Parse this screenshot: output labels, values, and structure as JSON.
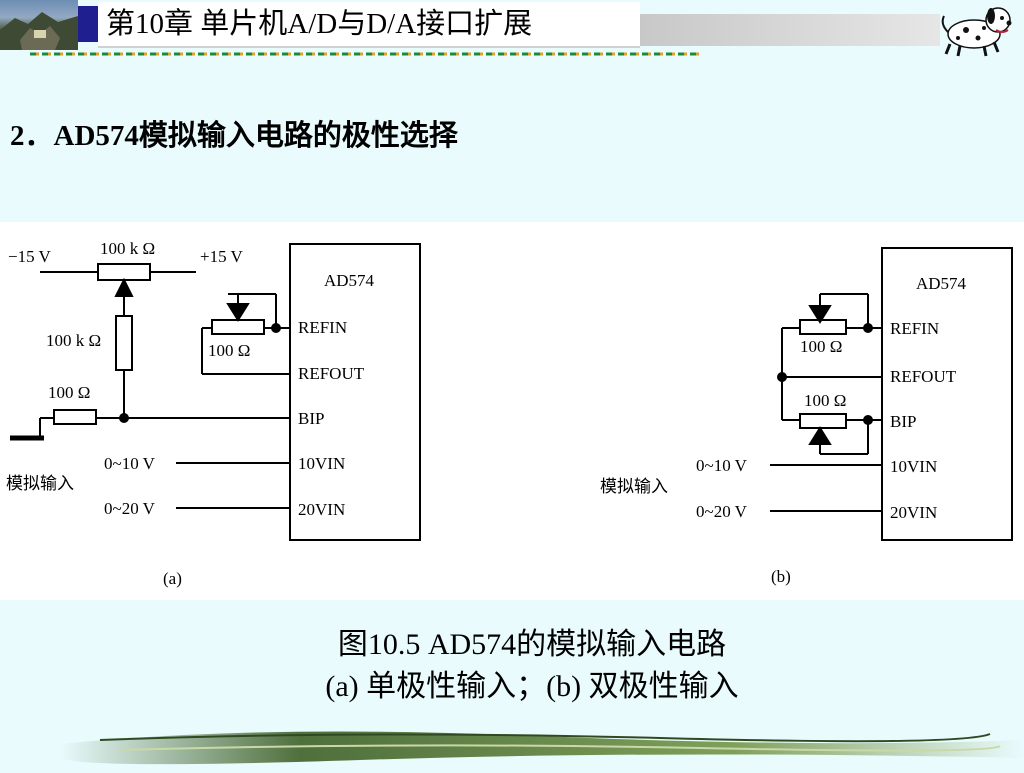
{
  "header": {
    "chapter_title": "第10章 单片机A/D与D/A接口扩展"
  },
  "section": {
    "heading": "2．AD574模拟输入电路的极性选择"
  },
  "figure": {
    "circuit_a": {
      "chip_label": "AD574",
      "pins": [
        "REFIN",
        "REFOUT",
        "BIP",
        "10VIN",
        "20VIN"
      ],
      "supply_negative": "−15 V",
      "supply_positive": "+15 V",
      "pot_top_label": "100 k Ω",
      "resistor_mid_label": "100 k Ω",
      "resistor_low_label": "100 Ω",
      "trim_pot_label": "100  Ω",
      "input_group_label": "模拟输入",
      "range_1": "0~10 V",
      "range_2": "0~20 V",
      "sub_label": "(a)"
    },
    "circuit_b": {
      "chip_label": "AD574",
      "pins": [
        "REFIN",
        "REFOUT",
        "BIP",
        "10VIN",
        "20VIN"
      ],
      "trim_pot_1_label": "100  Ω",
      "trim_pot_2_label": "100  Ω",
      "input_group_label": "模拟输入",
      "range_1": "0~10 V",
      "range_2": "0~20 V",
      "sub_label": "(b)"
    }
  },
  "caption": {
    "line_1": "图10.5  AD574的模拟输入电路",
    "line_2": "(a) 单极性输入；(b) 双极性输入"
  }
}
